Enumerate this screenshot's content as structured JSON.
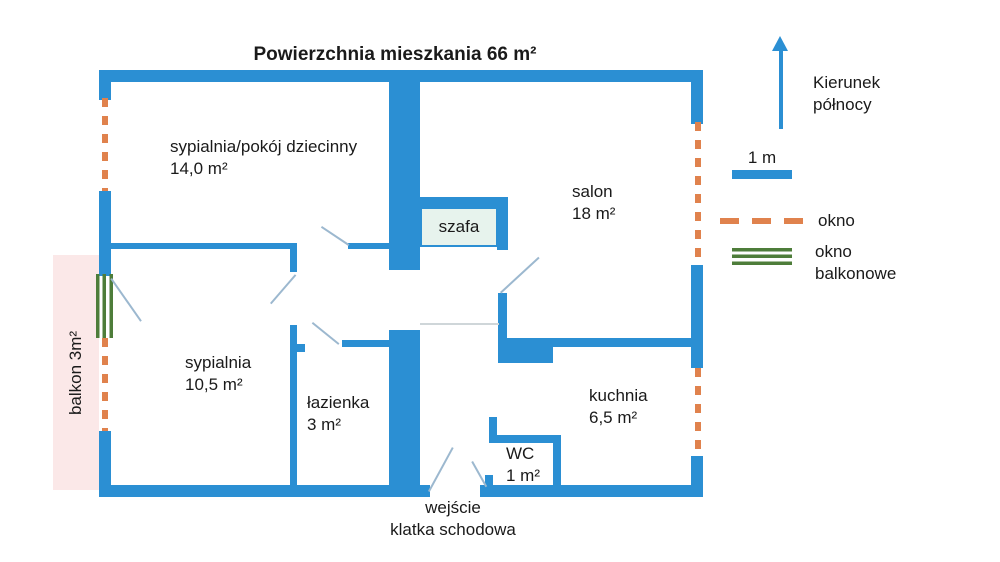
{
  "title": "Powierzchnia mieszkania 66 m²",
  "rooms": {
    "bedroom_child": {
      "name": "sypialnia/pokój dziecinny",
      "area": "14,0 m²"
    },
    "salon": {
      "name": "salon",
      "area": "18 m²"
    },
    "bedroom": {
      "name": "sypialnia",
      "area": "10,5 m²"
    },
    "bathroom": {
      "name": "łazienka",
      "area": "3 m²"
    },
    "kitchen": {
      "name": "kuchnia",
      "area": "6,5 m²"
    },
    "wc": {
      "name": "WC",
      "area": "1 m²"
    },
    "wardrobe": {
      "name": "szafa"
    },
    "balcony": {
      "name": "balkon 3m²"
    }
  },
  "entrance": {
    "line1": "wejście",
    "line2": "klatka schodowa"
  },
  "legend": {
    "north": {
      "line1": "Kierunek",
      "line2": "północy"
    },
    "scale": {
      "label": "1 m"
    },
    "window": {
      "label": "okno"
    },
    "balcony_window": {
      "line1": "okno",
      "line2": "balkonowe"
    }
  },
  "colors": {
    "wall": "#2b8fd3",
    "window": "#e0824d",
    "balcony_window": "#4e7d3a",
    "balcony_fill": "#fbe8e8",
    "wardrobe_fill": "#e7f3ed",
    "door_swing": "#9cb8cf",
    "hall_line": "#cfd6d9",
    "text": "#1a1a1a"
  }
}
